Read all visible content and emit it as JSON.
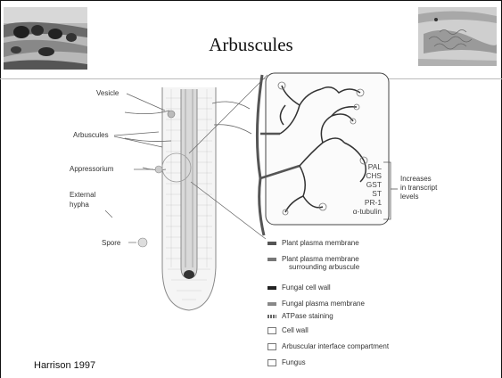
{
  "title": "Arbuscules",
  "citation": "Harrison 1997",
  "labels": {
    "vesicle": "Vesicle",
    "arbuscules": "Arbuscules",
    "appressorium": "Appressorium",
    "external_hypha": [
      "External",
      "hypha"
    ],
    "spore": "Spore"
  },
  "genes": [
    "PAL",
    "CHS",
    "GST",
    "ST",
    "PR-1",
    "α-tubulin"
  ],
  "increases_text": [
    "Increases",
    "in transcript",
    "levels"
  ],
  "legend": [
    {
      "label": [
        "Plant plasma membrane"
      ],
      "swatch": "bar-dark"
    },
    {
      "label": [
        "Plant plasma membrane",
        "surrounding arbuscule"
      ],
      "swatch": "bar-mid"
    },
    {
      "label": [
        "Fungal cell wall"
      ],
      "swatch": "bar-black"
    },
    {
      "label": [
        "Fungal plasma membrane"
      ],
      "swatch": "bar-mid"
    },
    {
      "label": [
        "ATPase staining"
      ],
      "swatch": "dots"
    },
    {
      "label": [
        "Cell wall"
      ],
      "swatch": "box"
    },
    {
      "label": [
        "Arbuscular interface compartment"
      ],
      "swatch": "box"
    },
    {
      "label": [
        "Fungus"
      ],
      "swatch": "box"
    }
  ]
}
